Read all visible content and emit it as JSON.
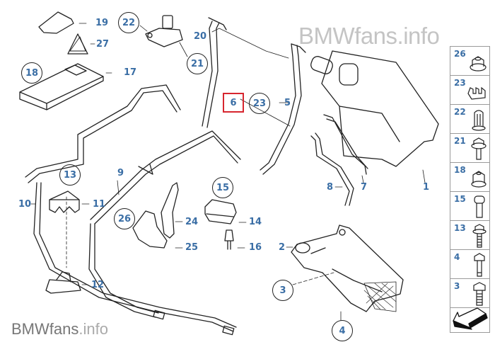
{
  "watermark": {
    "top": "BMWfans.info",
    "bottom_main": "BMWfans",
    "bottom_suffix": ".info"
  },
  "highlighted_part": "6",
  "callouts_circled": [
    {
      "id": "c22",
      "label": "22"
    },
    {
      "id": "c21",
      "label": "21"
    },
    {
      "id": "c18",
      "label": "18"
    },
    {
      "id": "c23",
      "label": "23"
    },
    {
      "id": "c13",
      "label": "13"
    },
    {
      "id": "c15",
      "label": "15"
    },
    {
      "id": "c26",
      "label": "26"
    },
    {
      "id": "c3",
      "label": "3"
    },
    {
      "id": "c4",
      "label": "4"
    }
  ],
  "callouts_plain": [
    {
      "id": "p19",
      "label": "19"
    },
    {
      "id": "p27",
      "label": "27"
    },
    {
      "id": "p17",
      "label": "17"
    },
    {
      "id": "p20",
      "label": "20"
    },
    {
      "id": "p5",
      "label": "5"
    },
    {
      "id": "p1",
      "label": "1"
    },
    {
      "id": "p7",
      "label": "7"
    },
    {
      "id": "p8",
      "label": "8"
    },
    {
      "id": "p9",
      "label": "9"
    },
    {
      "id": "p10",
      "label": "10"
    },
    {
      "id": "p11",
      "label": "11"
    },
    {
      "id": "p12",
      "label": "12"
    },
    {
      "id": "p24",
      "label": "24"
    },
    {
      "id": "p25",
      "label": "25"
    },
    {
      "id": "p14",
      "label": "14"
    },
    {
      "id": "p16",
      "label": "16"
    },
    {
      "id": "p2",
      "label": "2"
    }
  ],
  "sidebar": {
    "items": [
      {
        "label": "26",
        "icon": "collar-nut"
      },
      {
        "label": "23",
        "icon": "u-clip"
      },
      {
        "label": "22",
        "icon": "cap-nut"
      },
      {
        "label": "21",
        "icon": "hex-bolt-washer"
      },
      {
        "label": "18",
        "icon": "hex-nut"
      },
      {
        "label": "15",
        "icon": "socket-bolt"
      },
      {
        "label": "13",
        "icon": "bolt-washer"
      },
      {
        "label": "4",
        "icon": "hex-bolt"
      },
      {
        "label": "3",
        "icon": "hex-screw"
      }
    ],
    "nav_icon": "back-arrow"
  },
  "colors": {
    "label": "#3a6ea5",
    "highlight": "#d7262f",
    "line": "#222222"
  }
}
